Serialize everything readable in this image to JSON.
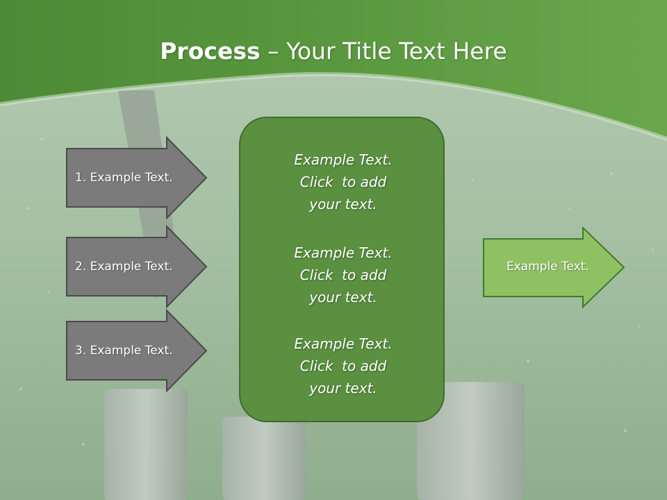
{
  "title": {
    "bold": "Process",
    "rest": " – Your Title Text Here"
  },
  "left_arrows": [
    {
      "label": "1. Example Text."
    },
    {
      "label": "2. Example Text."
    },
    {
      "label": "3. Example Text."
    }
  ],
  "center_box": {
    "blocks": [
      {
        "lines": [
          "Example Text.",
          "Click  to add",
          "your text."
        ]
      },
      {
        "lines": [
          "Example Text.",
          "Click  to add",
          "your text."
        ]
      },
      {
        "lines": [
          "Example Text.",
          "Click  to add",
          "your text."
        ]
      }
    ]
  },
  "right_arrow": {
    "label": "Example Text."
  },
  "colors": {
    "header_green": "#4e8a39",
    "left_arrow_fill": "#7b7b7b",
    "center_box_fill": "#5a9040",
    "right_arrow_fill": "#8fc163"
  }
}
